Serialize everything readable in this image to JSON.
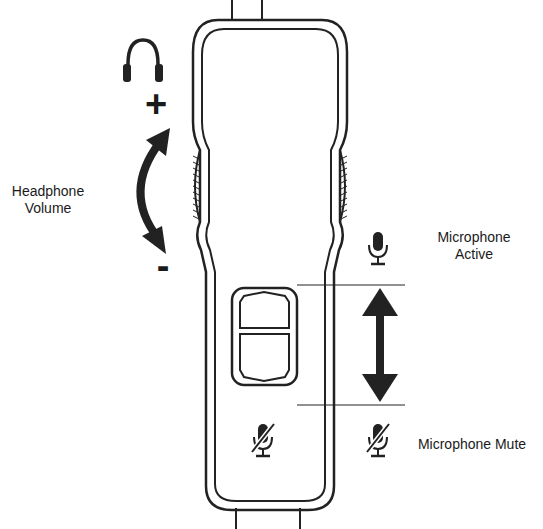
{
  "diagram": {
    "labels": [
      "Headphone Volume",
      "+",
      "-",
      "Microphone Active",
      "Microphone Mute"
    ]
  }
}
